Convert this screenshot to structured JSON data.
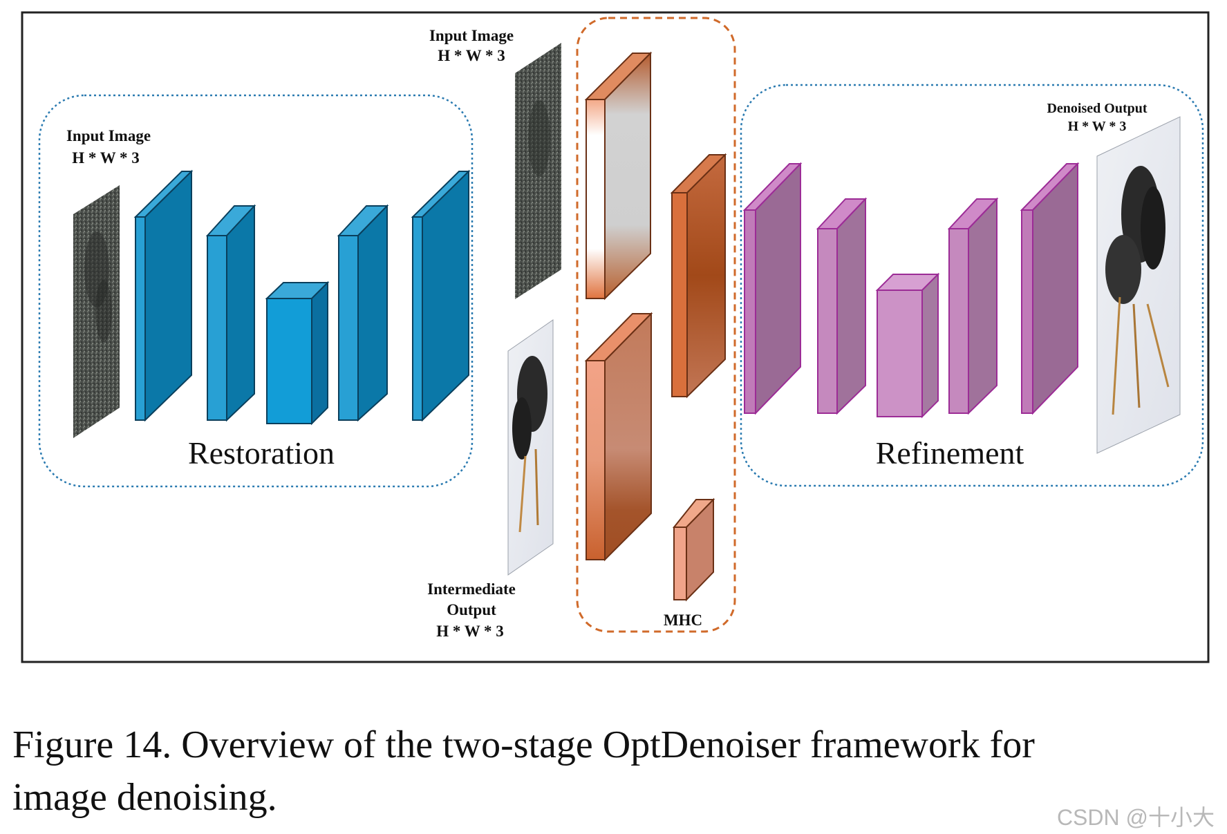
{
  "diagram": {
    "restoration_input": {
      "title": "Input Image",
      "dims": "H * W * 3"
    },
    "restoration_label": "Restoration",
    "mhc_input": {
      "title": "Input Image",
      "dims": "H * W * 3"
    },
    "intermediate_output": {
      "line1": "Intermediate",
      "line2": "Output",
      "dims": "H * W * 3"
    },
    "mhc_label": "MHC",
    "refinement_label": "Refinement",
    "denoised_output": {
      "title": "Denoised Output",
      "dims": "H * W * 3"
    }
  },
  "colors": {
    "restoration_blue": "#0b78a8",
    "restoration_light": "#3aa9d9",
    "mhc_orange": "#c8602e",
    "mhc_dash": "#d06a2a",
    "refinement_pink": "#a06b9a",
    "refinement_light": "#c68bc0",
    "region_border": "#2a7ab0"
  },
  "caption": "Figure 14. Overview of the two-stage OptDenoiser framework for image denoising.",
  "watermark": "CSDN @十小大"
}
